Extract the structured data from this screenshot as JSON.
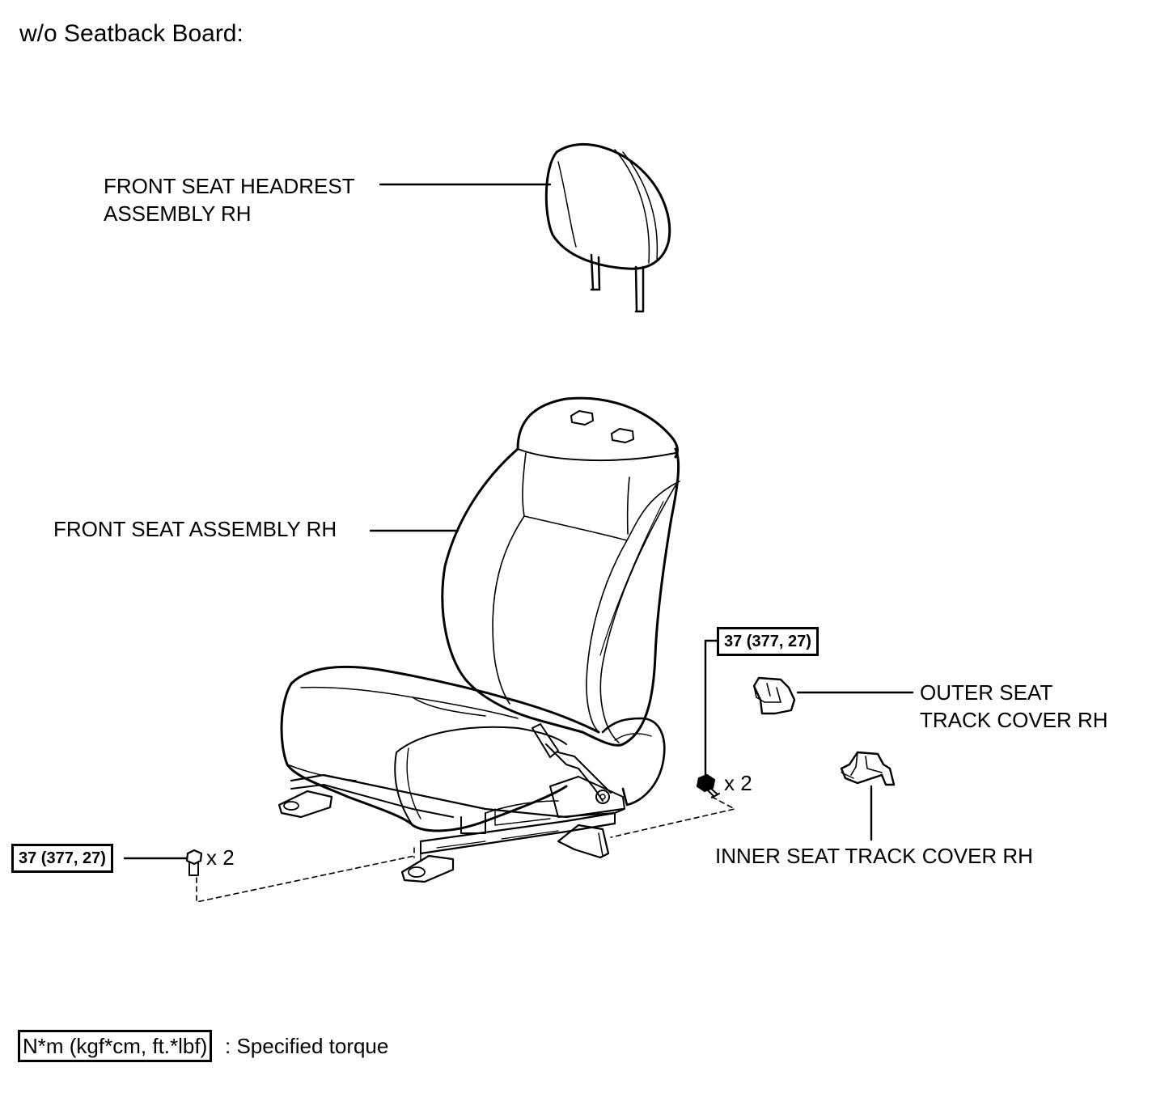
{
  "title": "w/o Seatback Board:",
  "labels": {
    "headrest_line1": "FRONT SEAT HEADREST",
    "headrest_line2": "ASSEMBLY RH",
    "seat": "FRONT SEAT ASSEMBLY RH",
    "outer_cover_line1": "OUTER SEAT",
    "outer_cover_line2": "TRACK COVER RH",
    "inner_cover": "INNER SEAT TRACK COVER RH"
  },
  "torque": {
    "right": "37 (377, 27)",
    "left": "37 (377, 27)"
  },
  "quantity": {
    "right": "x 2",
    "left": "x 2"
  },
  "legend": {
    "unit": "N*m (kgf*cm, ft.*lbf)",
    "description": ": Specified torque"
  }
}
